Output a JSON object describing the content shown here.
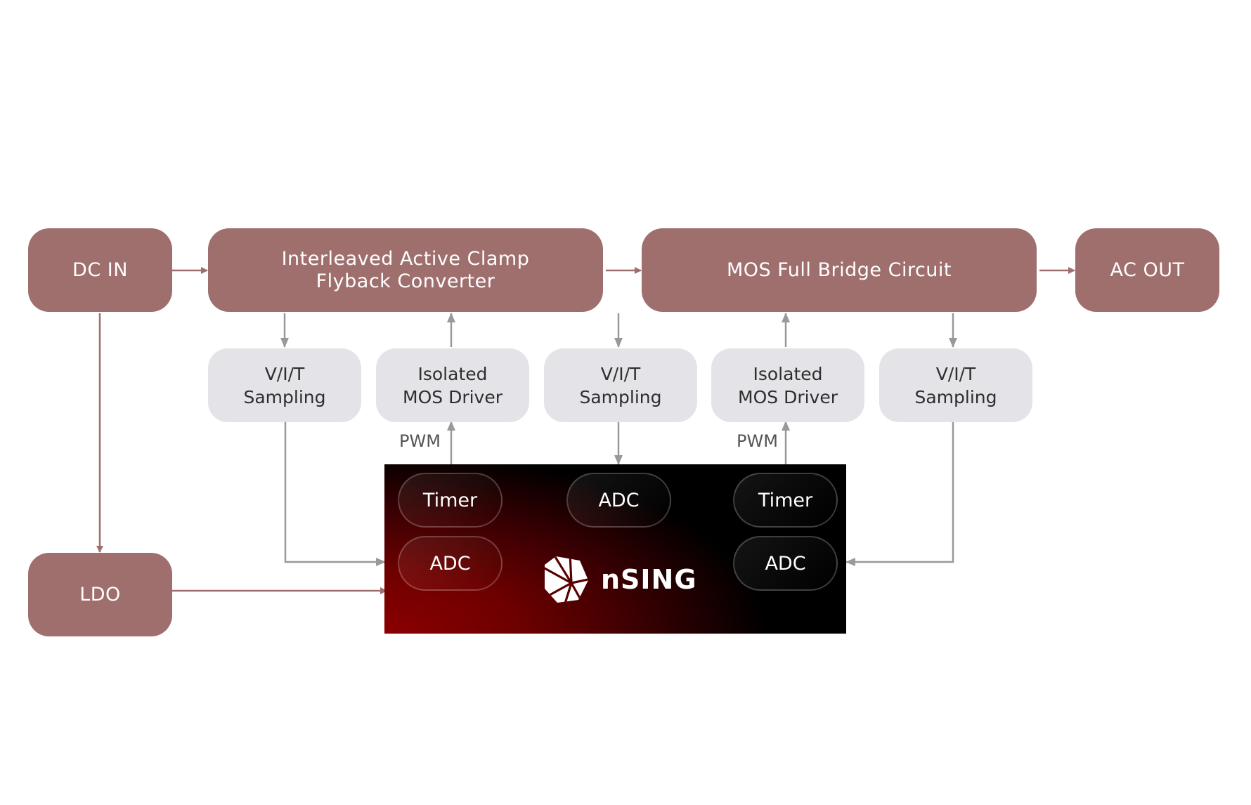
{
  "colors": {
    "main_block": "#9f6f6e",
    "sub_block": "#e4e4e8",
    "power_line": "#9f6f6e",
    "signal_line": "#999999",
    "chip_red": "#8a0000",
    "chip_black": "#000000"
  },
  "main_blocks": {
    "dc_in": "DC IN",
    "flyback": {
      "line1": "Interleaved Active Clamp",
      "line2": "Flyback Converter"
    },
    "bridge": "MOS Full Bridge Circuit",
    "ac_out": "AC OUT",
    "ldo": "LDO"
  },
  "sub_blocks": [
    {
      "line1": "V/I/T",
      "line2": "Sampling"
    },
    {
      "line1": "Isolated",
      "line2": "MOS Driver"
    },
    {
      "line1": "V/I/T",
      "line2": "Sampling"
    },
    {
      "line1": "Isolated",
      "line2": "MOS Driver"
    },
    {
      "line1": "V/I/T",
      "line2": "Sampling"
    }
  ],
  "signal_labels": {
    "pwm_1": "PWM",
    "pwm_2": "PWM"
  },
  "mcu": {
    "brand": "nSING",
    "logo_icon": "nsing-logo-icon",
    "peripherals": {
      "top_left": "Timer",
      "top_middle": "ADC",
      "top_right": "Timer",
      "bottom_left": "ADC",
      "bottom_right": "ADC"
    }
  }
}
